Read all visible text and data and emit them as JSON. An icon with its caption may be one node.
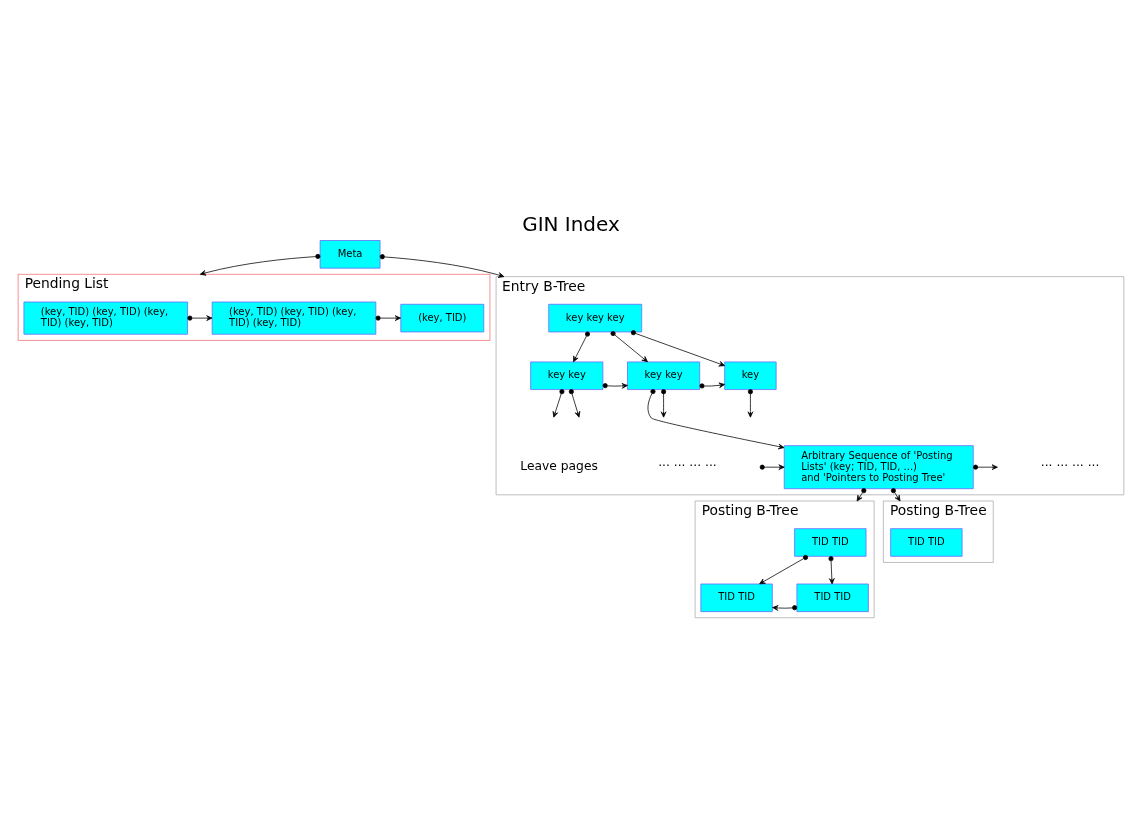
{
  "diagram": {
    "title": "GIN Index",
    "nodes": [
      {
        "text": [
          "Meta"
        ]
      },
      {
        "text": [
          "Pending List"
        ]
      },
      {
        "text": [
          "(key, TID) (key, TID) (key, TID) (key, TID)"
        ],
        "in": 1
      },
      {
        "text": [
          "(key, TID) (key, TID) (key, TID) (key, TID)"
        ],
        "in": 1
      },
      {
        "text": [
          "(key, TID)"
        ],
        "in": 1
      },
      {
        "text": [
          "Entry B-Tree"
        ]
      },
      {
        "text": [
          "key key key"
        ],
        "in": 5
      },
      {
        "text": [
          "key key"
        ],
        "in": 5
      },
      {
        "text": [
          "key key"
        ],
        "in": 5
      },
      {
        "text": [
          "key"
        ],
        "in": 5
      },
      {
        "text": [
          "Arbitrary Sequence of 'Posting Lists' (key; TID, TID, ...) and 'Pointers to Posting Tree'"
        ],
        "in": 5
      },
      {
        "text": [
          "Posting B-Tree"
        ]
      },
      {
        "text": [
          "TID TID"
        ],
        "in": 11
      },
      {
        "text": [
          "TID TID"
        ],
        "in": 11
      },
      {
        "text": [
          "TID TID"
        ],
        "in": 11
      },
      {
        "text": [
          "Posting B-Tree"
        ]
      },
      {
        "text": [
          "TID TID"
        ],
        "in": 15
      }
    ],
    "edges": [
      {
        "from": 0,
        "to": 1,
        "arrow": "to"
      },
      {
        "from": 0,
        "to": 5,
        "arrow": "to"
      },
      {
        "from": 2,
        "to": 3,
        "arrow": "to"
      },
      {
        "from": 3,
        "to": 4,
        "arrow": "to"
      },
      {
        "from": 6,
        "to": 7,
        "arrow": "to"
      },
      {
        "from": 6,
        "to": 8,
        "arrow": "to"
      },
      {
        "from": 6,
        "to": 9,
        "arrow": "to"
      },
      {
        "from": 7,
        "to": 8,
        "arrow": "to"
      },
      {
        "from": 8,
        "to": 9,
        "arrow": "to"
      },
      {
        "from": 7,
        "to": null,
        "arrow": "to"
      },
      {
        "from": 7,
        "to": null,
        "arrow": "to"
      },
      {
        "from": 8,
        "to": 10,
        "arrow": "to"
      },
      {
        "from": 8,
        "to": null,
        "arrow": "to"
      },
      {
        "from": 9,
        "to": null,
        "arrow": "to"
      },
      {
        "from": null,
        "to": 10,
        "arrow": "to"
      },
      {
        "from": 10,
        "to": null,
        "arrow": "to"
      },
      {
        "from": 10,
        "to": 11,
        "arrow": "to"
      },
      {
        "from": 10,
        "to": 15,
        "arrow": "to"
      },
      {
        "from": 12,
        "to": 14,
        "arrow": "to"
      },
      {
        "from": 12,
        "to": 13,
        "arrow": "to"
      },
      {
        "from": 14,
        "to": 13,
        "arrow": "to"
      }
    ],
    "labels": [
      "Leave pages",
      "··· ··· ··· ···",
      "··· ··· ··· ···"
    ]
  }
}
